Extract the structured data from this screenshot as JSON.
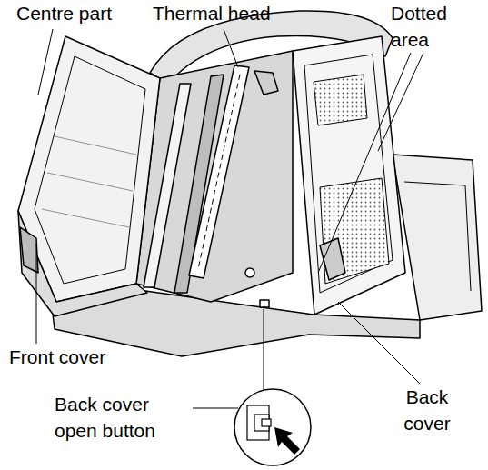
{
  "diagram": {
    "labels": [
      "Centre part",
      "Thermal head",
      "Dotted area",
      "Front cover",
      "Back cover open button",
      "Back cover"
    ]
  }
}
